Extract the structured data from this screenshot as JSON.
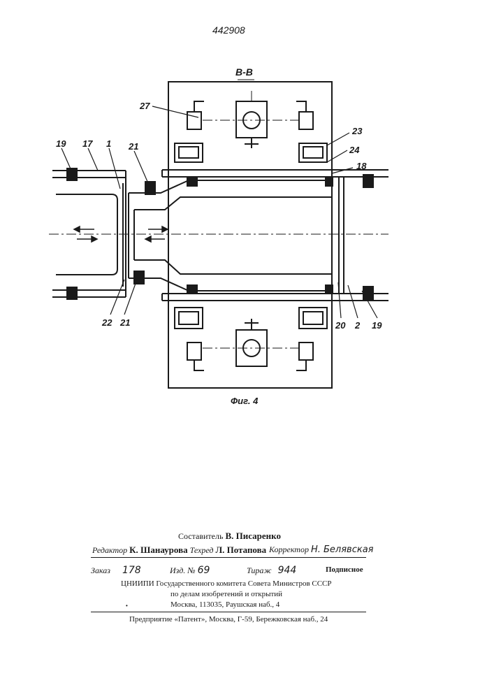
{
  "patent_number": "442908",
  "section_label": "В-В",
  "figure_caption": "Фиг. 4",
  "callouts": {
    "c27": "27",
    "c23": "23",
    "c24": "24",
    "c18": "18",
    "c19a": "19",
    "c17": "17",
    "c1": "1",
    "c21a": "21",
    "c22": "22",
    "c21b": "21",
    "c20": "20",
    "c2": "2",
    "c19b": "19"
  },
  "arrows": [
    "left",
    "right",
    "right",
    "left"
  ],
  "imprint": {
    "compiler_label": "Составитель",
    "compiler_name": "В. Писаренко",
    "editor_label": "Редактор",
    "editor_name": "К. Шанаурова",
    "techred_label": "Техред",
    "techred_name": "Л. Потапова",
    "corrector_label": "Корректор",
    "corrector_name": "Н. Белявская",
    "order_label": "Заказ",
    "order_value": "178",
    "issue_label": "Изд. №",
    "issue_value": "69",
    "print_label": "Тираж",
    "print_value": "944",
    "subscription": "Подписное",
    "org_line1": "ЦНИИПИ Государственного комитета Совета Министров СССР",
    "org_line2": "по делам изобретений и открытий",
    "org_line3": "Москва, 113035, Раушская наб., 4",
    "enterprise": "Предприятие «Патент», Москва, Г-59, Бережковская наб., 24"
  }
}
